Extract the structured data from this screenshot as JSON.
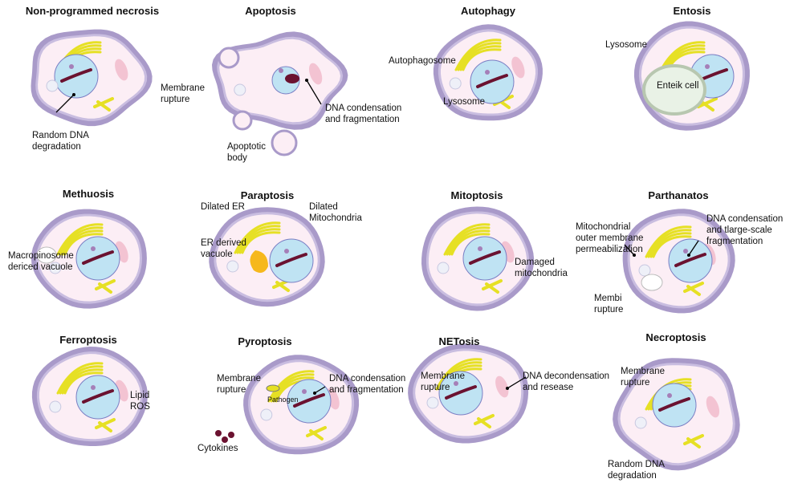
{
  "colors": {
    "membrane": "#a99ac9",
    "membrane_inner": "#c9bde0",
    "cytoplasm": "#fceef5",
    "nucleus": "#bfe3f3",
    "nucleus_edge": "#7b7fc4",
    "dna": "#6b1230",
    "golgi": "#e6e024",
    "mito": "#f3c3d2",
    "vacuole": "#ffffff",
    "er_vacuole": "#f6b81c"
  },
  "panels": [
    {
      "title": "Non-programmed necrosis",
      "labels": [
        "Membrane\nrupture",
        "Random DNA\ndegradation"
      ]
    },
    {
      "title": "Apoptosis",
      "labels": [
        "DNA condensation\nand fragmentation",
        "Apoptotic\nbody"
      ]
    },
    {
      "title": "Autophagy",
      "labels": [
        "Autophagosome",
        "Lysosome"
      ]
    },
    {
      "title": "Entosis",
      "labels": [
        "Lysosome",
        "Enteik cell"
      ]
    },
    {
      "title": "Methuosis",
      "labels": [
        "Macropinosome\ndericed vacuole"
      ]
    },
    {
      "title": "Paraptosis",
      "labels": [
        "Dilated ER",
        "Dilated\nMitochondria",
        "ER derived\nvacuole"
      ]
    },
    {
      "title": "Mitoptosis",
      "labels": [
        "Damaged\nmitochondria"
      ]
    },
    {
      "title": "Parthanatos",
      "labels": [
        "Mitochondrial\nouter membrane\npermeabilizafion",
        "DNA condensation\nand tlarge-scale\nfragmentation",
        "Membi\nrupture"
      ]
    },
    {
      "title": "Ferroptosis",
      "labels": [
        "Lipid\nROS"
      ]
    },
    {
      "title": "Pyroptosis",
      "labels": [
        "Membrane\nrupture",
        "DNA condensation\nand fragmentation",
        "Pathogen",
        "Cytokines"
      ]
    },
    {
      "title": "NETosis",
      "labels": [
        "Membrane\nrupture",
        "DNA decondensation\nand resease"
      ]
    },
    {
      "title": "Necroptosis",
      "labels": [
        "Membrane\nrupture",
        "Random DNA\ndegradation"
      ]
    }
  ]
}
